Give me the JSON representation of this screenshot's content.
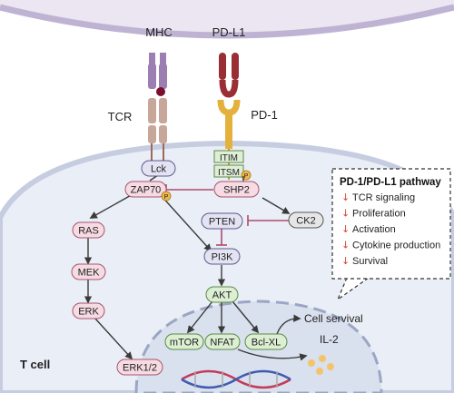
{
  "receptors": {
    "mhc": "MHC",
    "pdl1": "PD-L1",
    "tcr": "TCR",
    "pd1": "PD-1",
    "itim": "ITIM",
    "itsm": "ITSM",
    "phospho": "P"
  },
  "nodes": {
    "lck": "Lck",
    "zap70": "ZAP70",
    "shp2": "SHP2",
    "pten": "PTEN",
    "ck2": "CK2",
    "ras": "RAS",
    "mek": "MEK",
    "erk": "ERK",
    "erk12": "ERK1/2",
    "pi3k": "PI3K",
    "akt": "AKT",
    "mtor": "mTOR",
    "nfat": "NFAT",
    "bclxl": "Bcl-XL"
  },
  "outputs": {
    "cell_survival": "Cell servival",
    "il2": "IL-2",
    "tcell": "T cell"
  },
  "callout": {
    "title": "PD-1/PD-L1 pathway",
    "items": [
      "TCR signaling",
      "Proliferation",
      "Activation",
      "Cytokine production",
      "Survival"
    ]
  },
  "colors": {
    "apc_membrane": "#cfc6dd",
    "cell_fill": "#eef2f8",
    "nucleus_fill": "#dfe6f1",
    "pink_node": "#f6dbe3",
    "purple_node": "#e3e3f3",
    "green_node": "#dcefd2",
    "inhibit": "#b04a6e",
    "arrow_down": "#d24a3a"
  }
}
